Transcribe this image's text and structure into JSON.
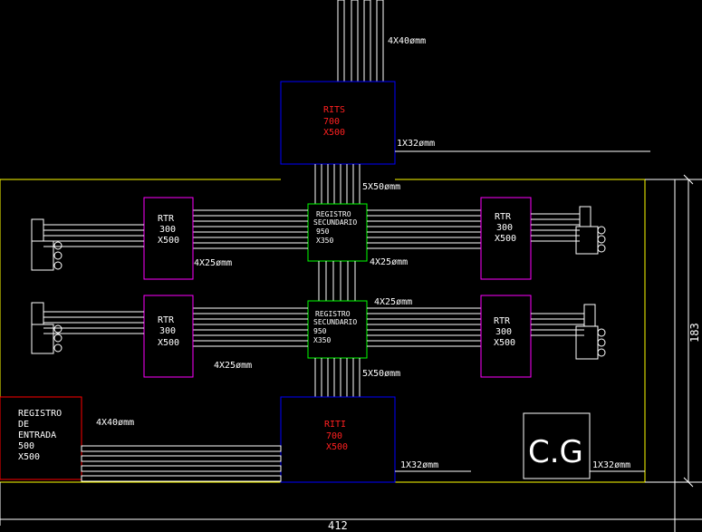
{
  "colors": {
    "background": "#000000",
    "pipe": "#ffffff",
    "border_outline": "#ffff00",
    "rits_box": "#0000ff",
    "registro_box": "#00ff00",
    "rtr_box": "#ff00ff",
    "entrada_box": "#ff0000",
    "highlight_text": "#ff2020"
  },
  "rits": {
    "line1": "RITS",
    "line2": "700",
    "line3": "X500"
  },
  "riti": {
    "line1": "RITI",
    "line2": "700",
    "line3": "X500"
  },
  "registro_secundario_top": {
    "line1": "REGISTRO",
    "line2": "SECUNDARIO",
    "line3": "950",
    "line4": "X350"
  },
  "registro_secundario_bottom": {
    "line1": "REGISTRO",
    "line2": "SECUNDARIO",
    "line3": "950",
    "line4": "X350"
  },
  "rtr_top_left": {
    "line1": "RTR",
    "line2": "300",
    "line3": "X500"
  },
  "rtr_top_right": {
    "line1": "RTR",
    "line2": "300",
    "line3": "X500"
  },
  "rtr_bottom_left": {
    "line1": "RTR",
    "line2": "300",
    "line3": "X500"
  },
  "rtr_bottom_right": {
    "line1": "RTR",
    "line2": "300",
    "line3": "X500"
  },
  "registro_entrada": {
    "line1": "REGISTRO",
    "line2": "DE",
    "line3": "ENTRADA",
    "line4": "500",
    "line5": "X500"
  },
  "cuarto_general": {
    "label": "C.G"
  },
  "pipe_labels": {
    "top_feed": "4X40ømm",
    "rits_side": "1X32ømm",
    "vertical_top": "5X50ømm",
    "vertical_bottom": "5X50ømm",
    "rtr_tl": "4X25ømm",
    "rtr_tr": "4X25ømm",
    "rtr_br": "4X25ømm",
    "rtr_bl": "4X25ømm",
    "entrada": "4X40ømm",
    "riti_side": "1X32ømm",
    "cg_side": "1X32ømm"
  },
  "dimensions": {
    "width": "412",
    "height": "183"
  }
}
